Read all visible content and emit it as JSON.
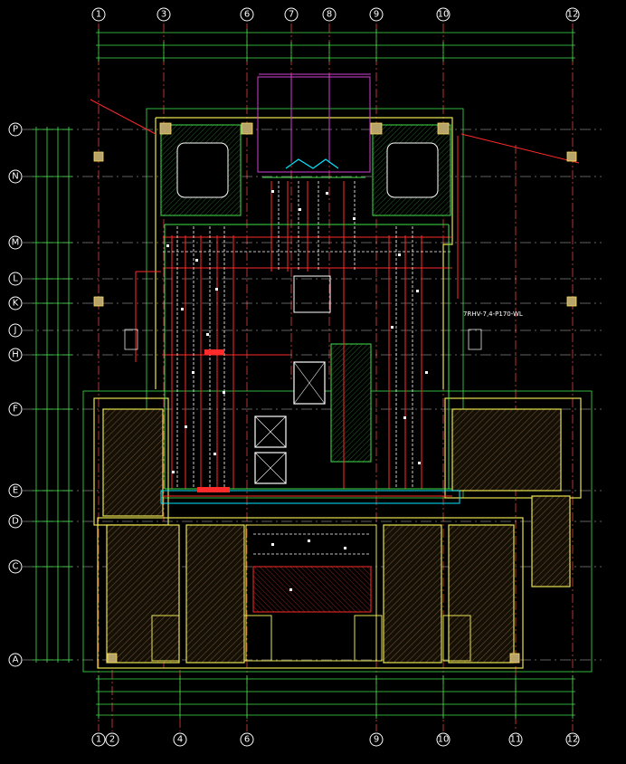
{
  "grid_columns_top": [
    "1",
    "3",
    "6",
    "7",
    "8",
    "9",
    "10",
    "12"
  ],
  "grid_columns_bottom": [
    "1",
    "2",
    "4",
    "6",
    "9",
    "10",
    "11",
    "12"
  ],
  "grid_rows": [
    "P",
    "N",
    "M",
    "L",
    "K",
    "J",
    "H",
    "F",
    "E",
    "D",
    "C",
    "A"
  ],
  "annotation": "7RHV-7,4-P170-WL",
  "colors": {
    "background": "#000000",
    "grid_axis": "#e04040",
    "dimension": "#3fe04a",
    "wall": "#e8e250",
    "pipe_red": "#ff2a2a",
    "pipe_white": "#ffffff",
    "duct_cyan": "#00e5ff",
    "magenta": "#d040d0"
  }
}
